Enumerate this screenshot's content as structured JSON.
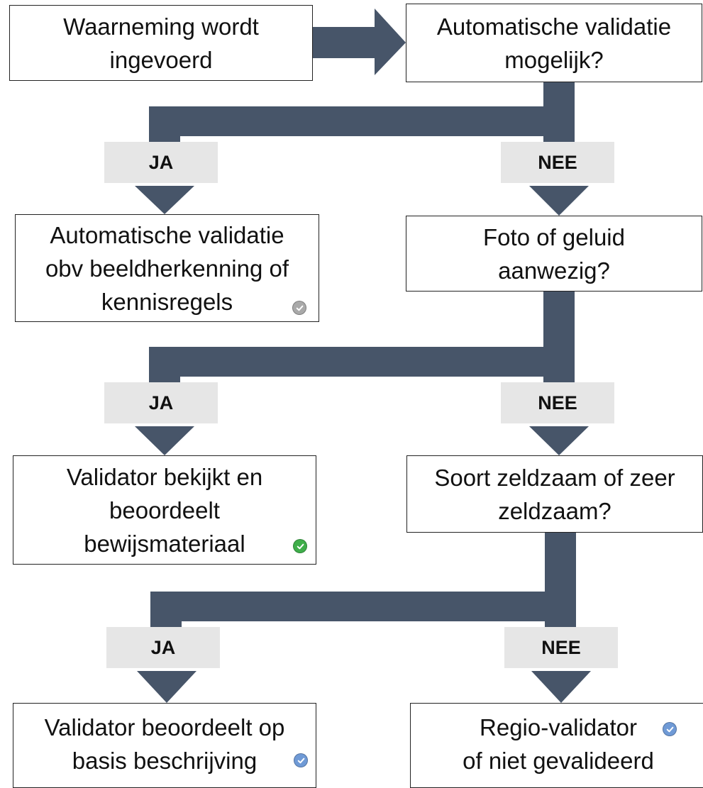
{
  "colors": {
    "arrow": "#475569",
    "label_bg": "#e6e6e6",
    "check_grey": "#a9a9a9",
    "check_green": "#3fae4a",
    "check_blue": "#6f9ad6"
  },
  "nodes": {
    "start": [
      "Waarneming wordt",
      "ingevoerd"
    ],
    "q1": [
      "Automatische validatie",
      "mogelijk?"
    ],
    "r1": [
      "Automatische validatie",
      "obv beeldherkenning of",
      "kennisregels"
    ],
    "q2": [
      "Foto of geluid",
      "aanwezig?"
    ],
    "r2": [
      "Validator bekijkt en",
      "beoordeelt",
      "bewijsmateriaal"
    ],
    "q3": [
      "Soort zeldzaam of zeer",
      "zeldzaam?"
    ],
    "r3": [
      "Validator beoordeelt op",
      "basis beschrijving"
    ],
    "r4": [
      "Regio-validator",
      "of niet gevalideerd"
    ]
  },
  "labels": {
    "yes": "JA",
    "no": "NEE"
  },
  "icons": {
    "r1": "check-grey-icon",
    "r2": "check-green-icon",
    "r3": "check-blue-icon",
    "r4": "check-blue-icon"
  }
}
